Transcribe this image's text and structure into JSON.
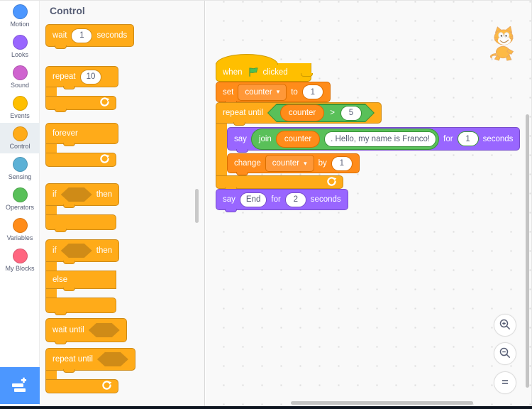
{
  "sidebar": {
    "categories": [
      {
        "label": "Motion",
        "color": "#4C97FF"
      },
      {
        "label": "Looks",
        "color": "#9966FF"
      },
      {
        "label": "Sound",
        "color": "#CF63CF"
      },
      {
        "label": "Events",
        "color": "#FFBF00"
      },
      {
        "label": "Control",
        "color": "#FFAB19",
        "selected": true
      },
      {
        "label": "Sensing",
        "color": "#5CB1D6"
      },
      {
        "label": "Operators",
        "color": "#59C059"
      },
      {
        "label": "Variables",
        "color": "#FF8C1A"
      },
      {
        "label": "My Blocks",
        "color": "#FF6680"
      }
    ]
  },
  "palette": {
    "title": "Control",
    "wait_block": {
      "t1": "wait",
      "value": "1",
      "t2": "seconds"
    },
    "repeat_block": {
      "t1": "repeat",
      "value": "10"
    },
    "forever_block": {
      "t1": "forever"
    },
    "if_block": {
      "t1": "if",
      "t2": "then"
    },
    "if_else_block": {
      "t1": "if",
      "t2": "then",
      "t3": "else"
    },
    "wait_until_block": {
      "t1": "wait until"
    },
    "repeat_until_block": {
      "t1": "repeat until"
    }
  },
  "script": {
    "when_flag_clicked": {
      "t1": "when",
      "t2": "clicked"
    },
    "set_block": {
      "t1": "set",
      "variable": "counter",
      "t2": "to",
      "value": "1"
    },
    "repeat_until_block": {
      "t1": "repeat until",
      "condition": {
        "variable": "counter",
        "operator": ">",
        "value": "5"
      }
    },
    "say_join_block": {
      "t1": "say",
      "join_label": "join",
      "variable": "counter",
      "text": ". Hello, my name is Franco!",
      "t2": "for",
      "value": "1",
      "t3": "seconds"
    },
    "change_block": {
      "t1": "change",
      "variable": "counter",
      "t2": "by",
      "value": "1"
    },
    "say_end_block": {
      "t1": "say",
      "text": "End",
      "t2": "for",
      "value": "2",
      "t3": "seconds"
    }
  },
  "icons": {
    "dropdown_arrow": "▾"
  },
  "colors": {
    "control": "#FFAB19",
    "control_border": "#CF8B17",
    "events": "#FFBF00",
    "events_border": "#CC9900",
    "variables": "#FF8C1A",
    "variables_border": "#DB6E00",
    "looks": "#9966FF",
    "looks_border": "#774DCB",
    "operators": "#59C059",
    "operators_border": "#389438",
    "extension_button": "#4C97FF",
    "flag_green": "#4CBF56"
  }
}
